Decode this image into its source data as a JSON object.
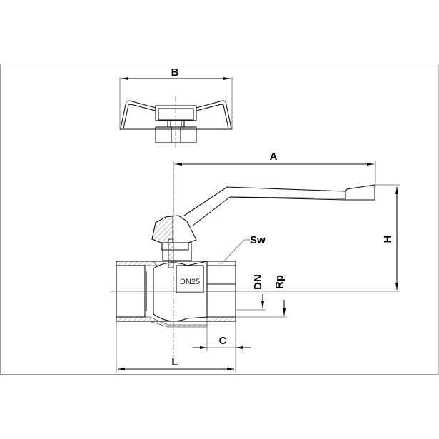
{
  "drawing": {
    "dimensions": {
      "width_handle": "B",
      "lever_length": "A",
      "height": "H",
      "wrench_size": "Sw",
      "nominal_diameter": "DN",
      "thread": "Rp",
      "thread_length": "C",
      "length": "L"
    },
    "body_marking": "DN25"
  }
}
